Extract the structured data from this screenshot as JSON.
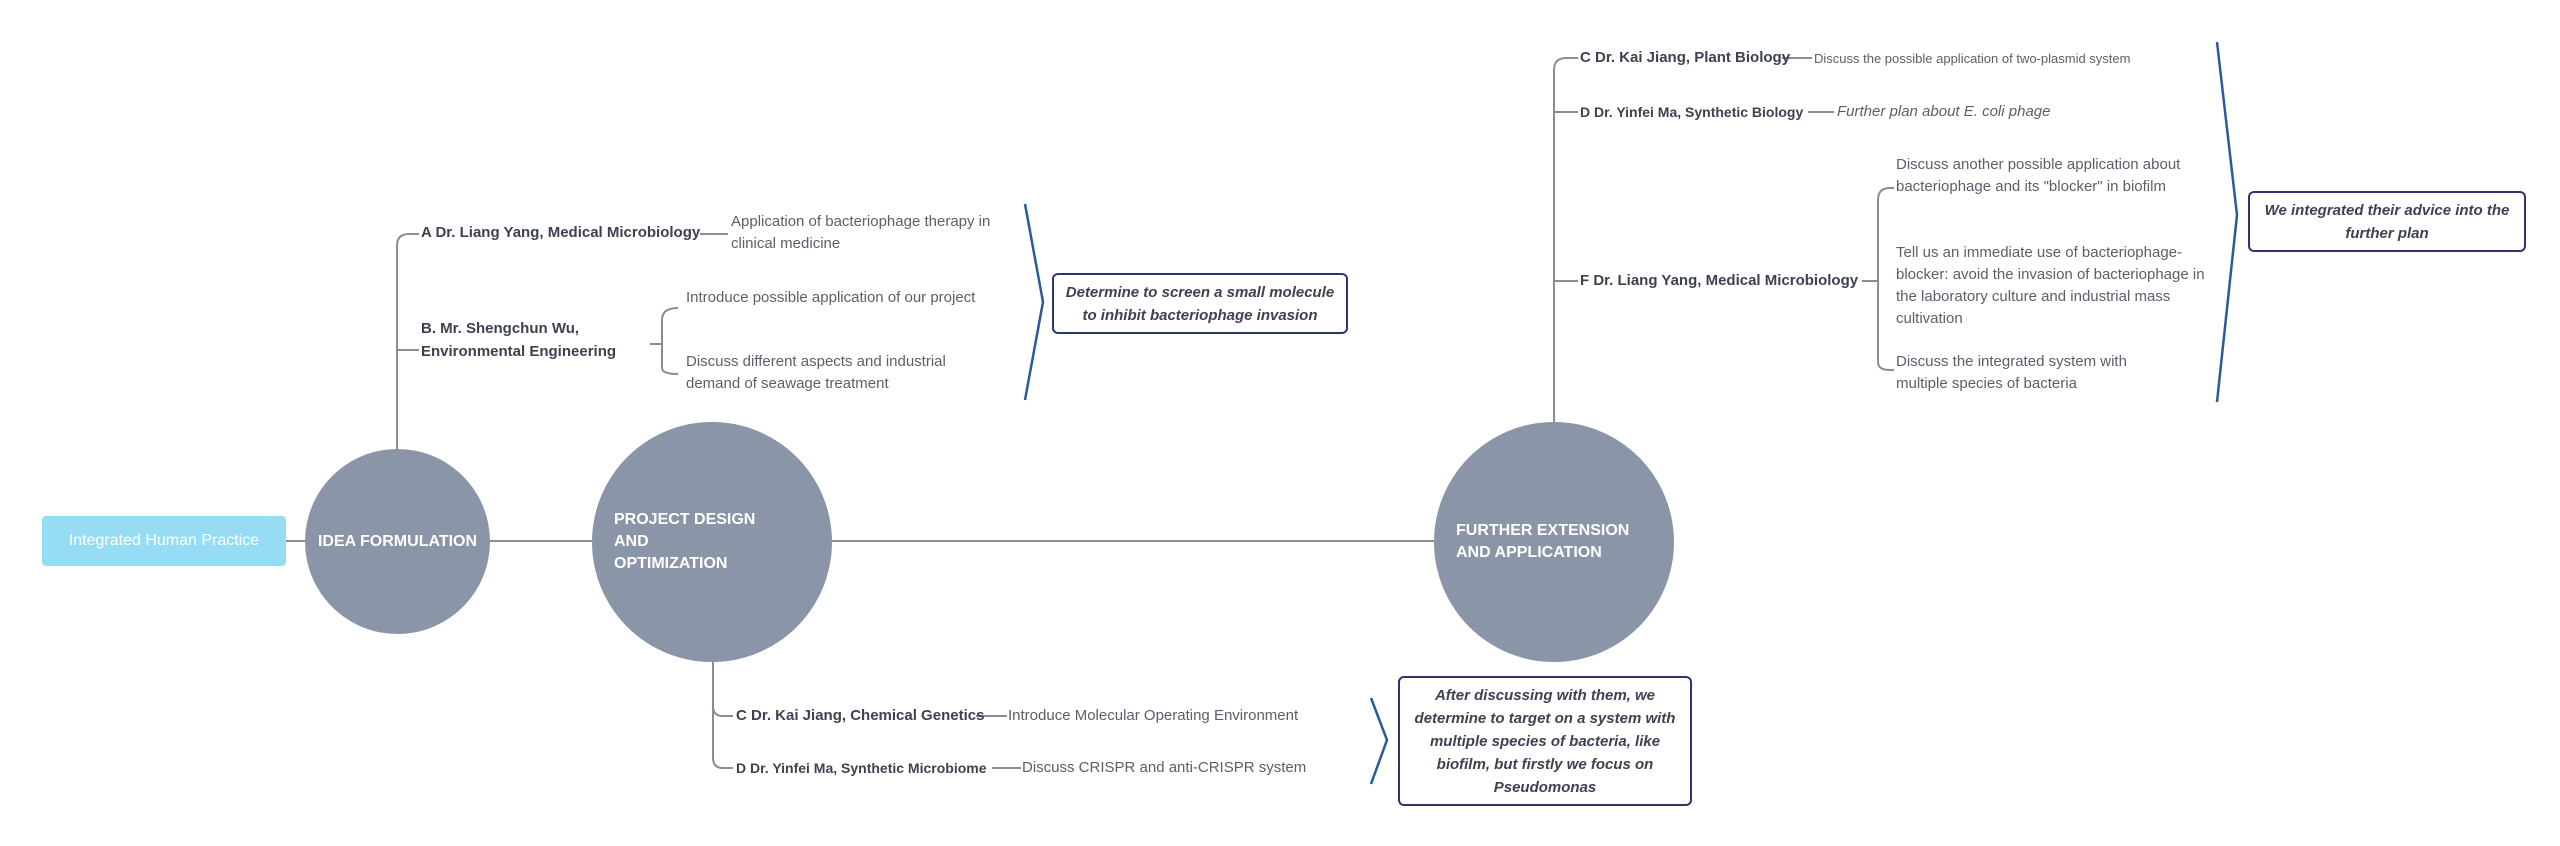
{
  "root": {
    "label": "Integrated  Human Practice"
  },
  "stages": [
    {
      "label": "IDEA FORMULATION"
    },
    {
      "label": "PROJECT DESIGN AND OPTIMIZATION"
    },
    {
      "label": "FURTHER EXTENSION AND APPLICATION"
    }
  ],
  "idea": {
    "a_name": "A Dr. Liang Yang, Medical Microbiology",
    "a_desc": "Application of bacteriophage therapy in clinical medicine",
    "b_name_line1": "B. Mr. Shengchun Wu,",
    "b_name_line2": "Environmental Engineering",
    "b_desc1": "Introduce possible application of our project",
    "b_desc2": "Discuss different aspects and industrial demand of seawage treatment",
    "summary": "Determine to screen a small molecule to inhibit bacteriophage invasion"
  },
  "design": {
    "c_name": "C Dr. Kai Jiang, Chemical Genetics",
    "c_desc": "Introduce Molecular Operating Environment",
    "d_name": "D Dr. Yinfei Ma, Synthetic Microbiome",
    "d_desc": "Discuss CRISPR and anti-CRISPR system",
    "summary": "After discussing with them, we determine to target on a system with multiple species of bacteria, like biofilm, but firstly we focus on Pseudomonas"
  },
  "extension": {
    "c_name": "C Dr. Kai Jiang, Plant Biology",
    "c_desc": "Discuss the possible application of two-plasmid system",
    "d_name": "D Dr. Yinfei Ma, Synthetic Biology",
    "d_desc": "Further plan about E. coli phage",
    "f_name": "F   Dr. Liang Yang, Medical Microbiology",
    "f_desc1": "Discuss another possible application about bacteriophage and its \"blocker\" in biofilm",
    "f_desc2": "Tell us an immediate use of bacteriophage-blocker: avoid the invasion of bacteriophage in the laboratory culture and industrial mass cultivation",
    "f_desc3": "Discuss the integrated system with multiple species of bacteria",
    "summary": "We integrated their advice into the further plan"
  },
  "colors": {
    "root": "#97dcf5",
    "stage": "#8a95a8",
    "connector": "#8a8d93",
    "bracket": "#2a5a9a",
    "summary_border": "#2c3570"
  }
}
